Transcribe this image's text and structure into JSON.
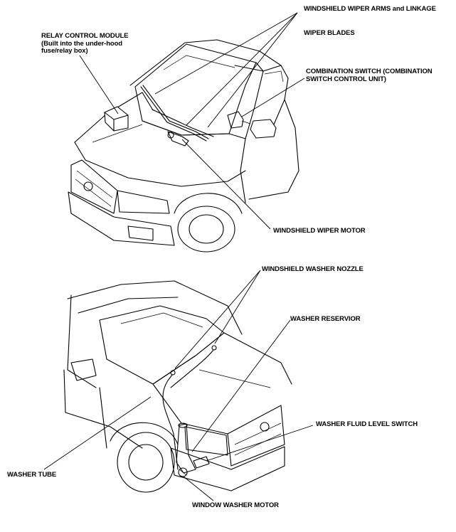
{
  "top_diagram": {
    "labels": {
      "wiper_arms": "WINDSHIELD WIPER ARMS and LINKAGE",
      "wiper_blades": "WIPER BLADES",
      "relay_module": "RELAY CONTROL MODULE\n(Built into the under-hood\nfuse/relay box)",
      "combination_switch": "COMBINATION SWITCH (COMBINATION\nSWITCH CONTROL UNIT)",
      "wiper_motor": "WINDSHIELD WIPER MOTOR"
    }
  },
  "bottom_diagram": {
    "labels": {
      "washer_nozzle": "WINDSHIELD WASHER NOZZLE",
      "washer_reservoir": "WASHER RESERVIOR",
      "fluid_level_switch": "WASHER FLUID LEVEL SWITCH",
      "washer_tube": "WASHER TUBE",
      "washer_motor": "WINDOW WASHER MOTOR"
    }
  }
}
